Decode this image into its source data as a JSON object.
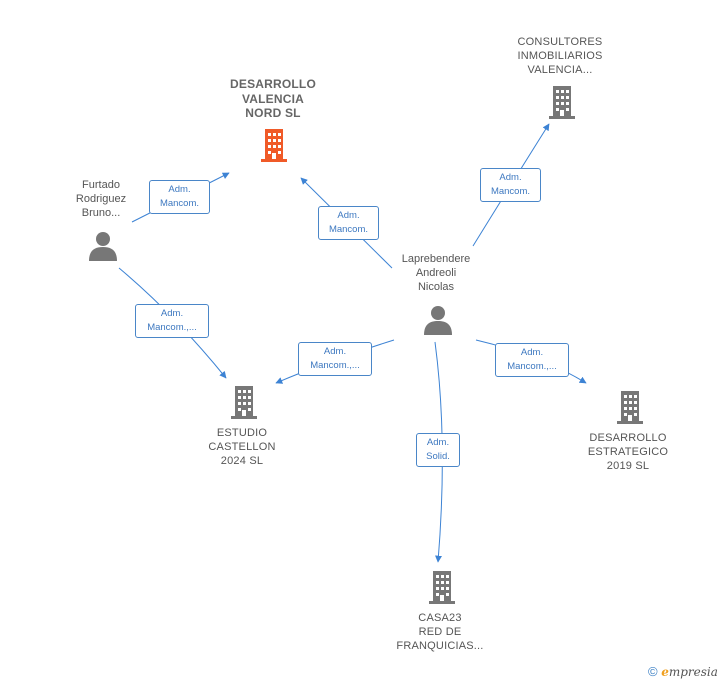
{
  "colors": {
    "edge": "#3d83d4",
    "company_icon": "#777777",
    "main_company_icon": "#f05a28",
    "person_icon": "#777777"
  },
  "nodes": {
    "desarrollo_valencia": {
      "label": "DESARROLLO\nVALENCIA\nNORD  SL",
      "icon": "building-icon"
    },
    "consultores": {
      "label": "CONSULTORES\nINMOBILIARIOS\nVALENCIA...",
      "icon": "building-icon"
    },
    "furtado": {
      "label": "Furtado\nRodriguez\nBruno...",
      "icon": "person-icon"
    },
    "laprebendere": {
      "label": "Laprebendere\nAndreoli\nNicolas",
      "icon": "person-icon"
    },
    "estudio": {
      "label": "ESTUDIO\nCASTELLON\n2024  SL",
      "icon": "building-icon"
    },
    "desarrollo_estrategico": {
      "label": "DESARROLLO\nESTRATEGICO\n2019  SL",
      "icon": "building-icon"
    },
    "casa23": {
      "label": "CASA23\nRED DE\nFRANQUICIAS...",
      "icon": "building-icon"
    }
  },
  "edges": {
    "furtado_desarrollo": "Adm.\nMancom.",
    "laprebendere_desarrollo": "Adm.\nMancom.",
    "laprebendere_consultores": "Adm.\nMancom.",
    "furtado_estudio": "Adm.\nMancom.,...",
    "laprebendere_estudio": "Adm.\nMancom.,...",
    "laprebendere_estrategico": "Adm.\nMancom.,...",
    "laprebendere_casa23": "Adm.\nSolid."
  },
  "footer": {
    "copyright": "©",
    "brand_initial": "e",
    "brand_rest": "mpresia"
  }
}
